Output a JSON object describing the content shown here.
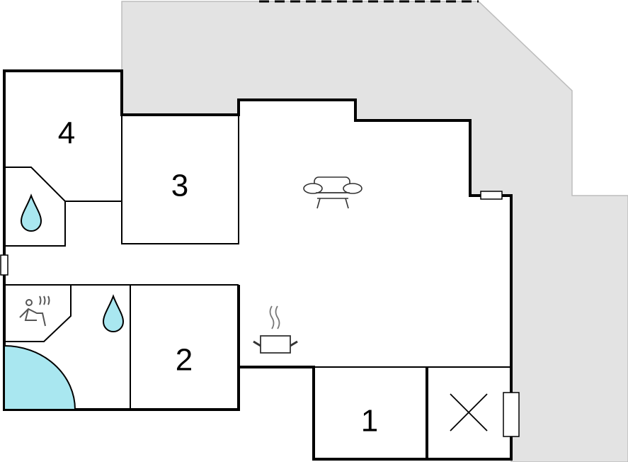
{
  "colors": {
    "terrace": "#e3e3e3",
    "terrace_edge": "#bdbdbd",
    "water": "#a9e7f0",
    "wall": "#000000",
    "icon_stroke": "#555555"
  },
  "rooms": [
    {
      "id": "room-1",
      "label": "1"
    },
    {
      "id": "room-2",
      "label": "2"
    },
    {
      "id": "room-3",
      "label": "3"
    },
    {
      "id": "room-4",
      "label": "4"
    }
  ],
  "icons": [
    "sofa-icon",
    "cooking-pot-icon",
    "water-drop-icon",
    "sauna-icon",
    "hot-tub-icon",
    "window-icon",
    "door-icon",
    "empty-room-x-icon"
  ]
}
